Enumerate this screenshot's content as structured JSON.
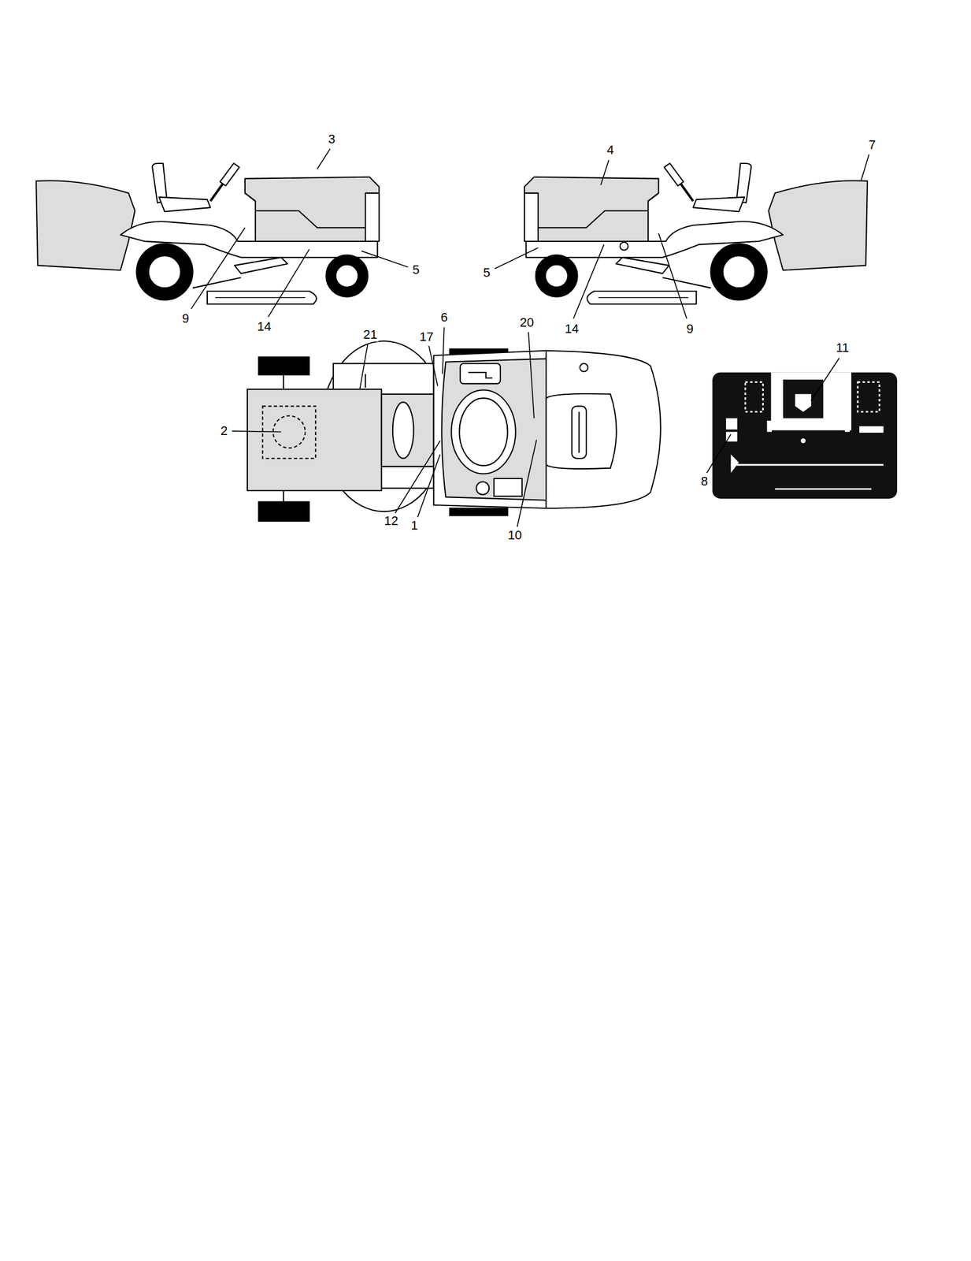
{
  "diagram": {
    "labels": [
      "3",
      "4",
      "7",
      "5",
      "5",
      "9",
      "14",
      "14",
      "9",
      "21",
      "6",
      "17",
      "20",
      "11",
      "2",
      "8",
      "12",
      "1",
      "10"
    ]
  }
}
